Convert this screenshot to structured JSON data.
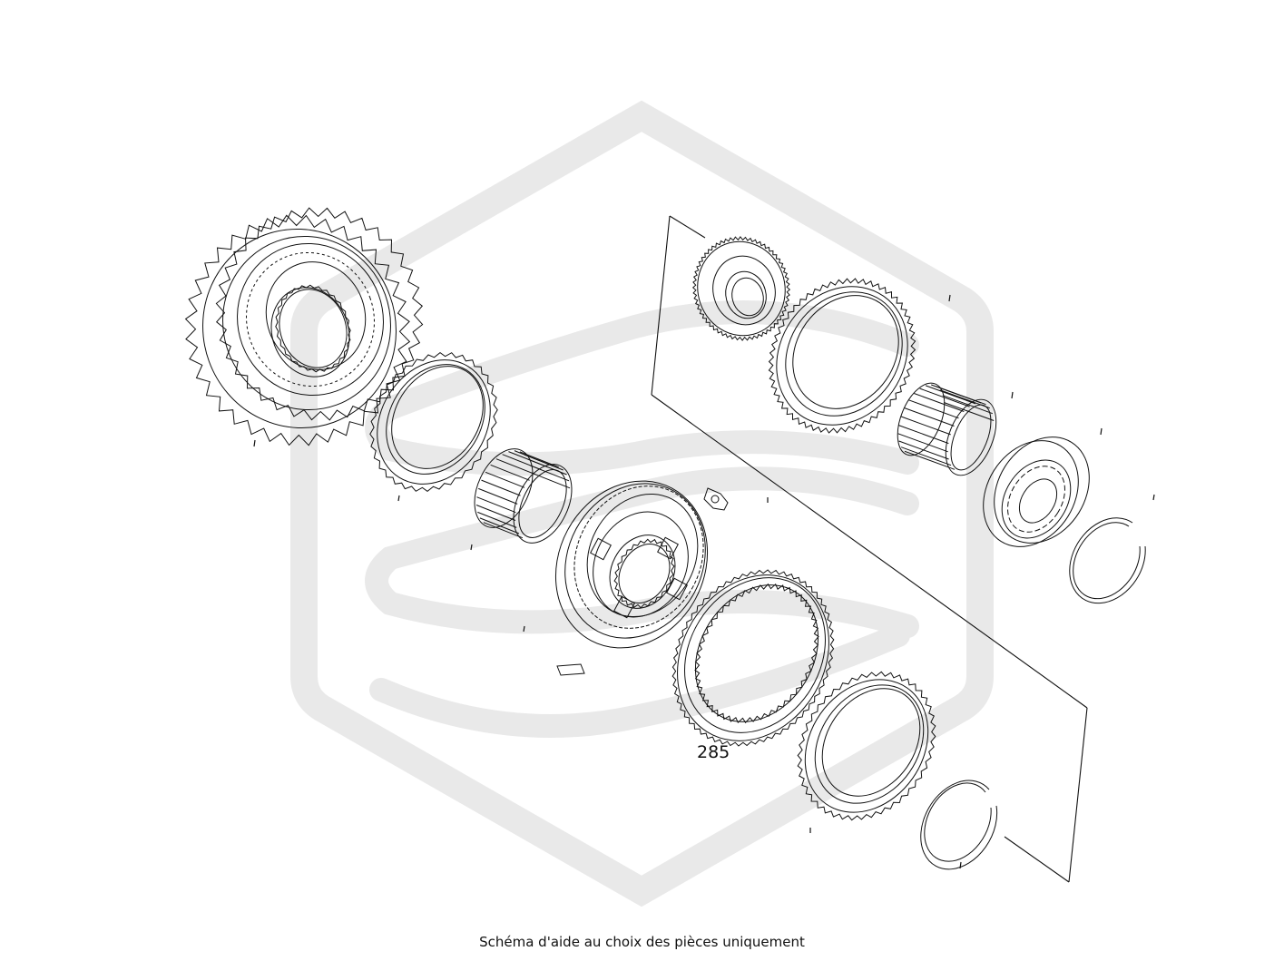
{
  "diagram": {
    "callouts": [
      {
        "id": "285",
        "text": "285"
      }
    ],
    "caption": "Schéma d'aide au choix des pièces uniquement"
  },
  "colors": {
    "lines": "#111111",
    "watermark": "#e9e9e9",
    "background": "#ffffff"
  },
  "icons": {
    "watermark": "brand-logo-watermark"
  }
}
